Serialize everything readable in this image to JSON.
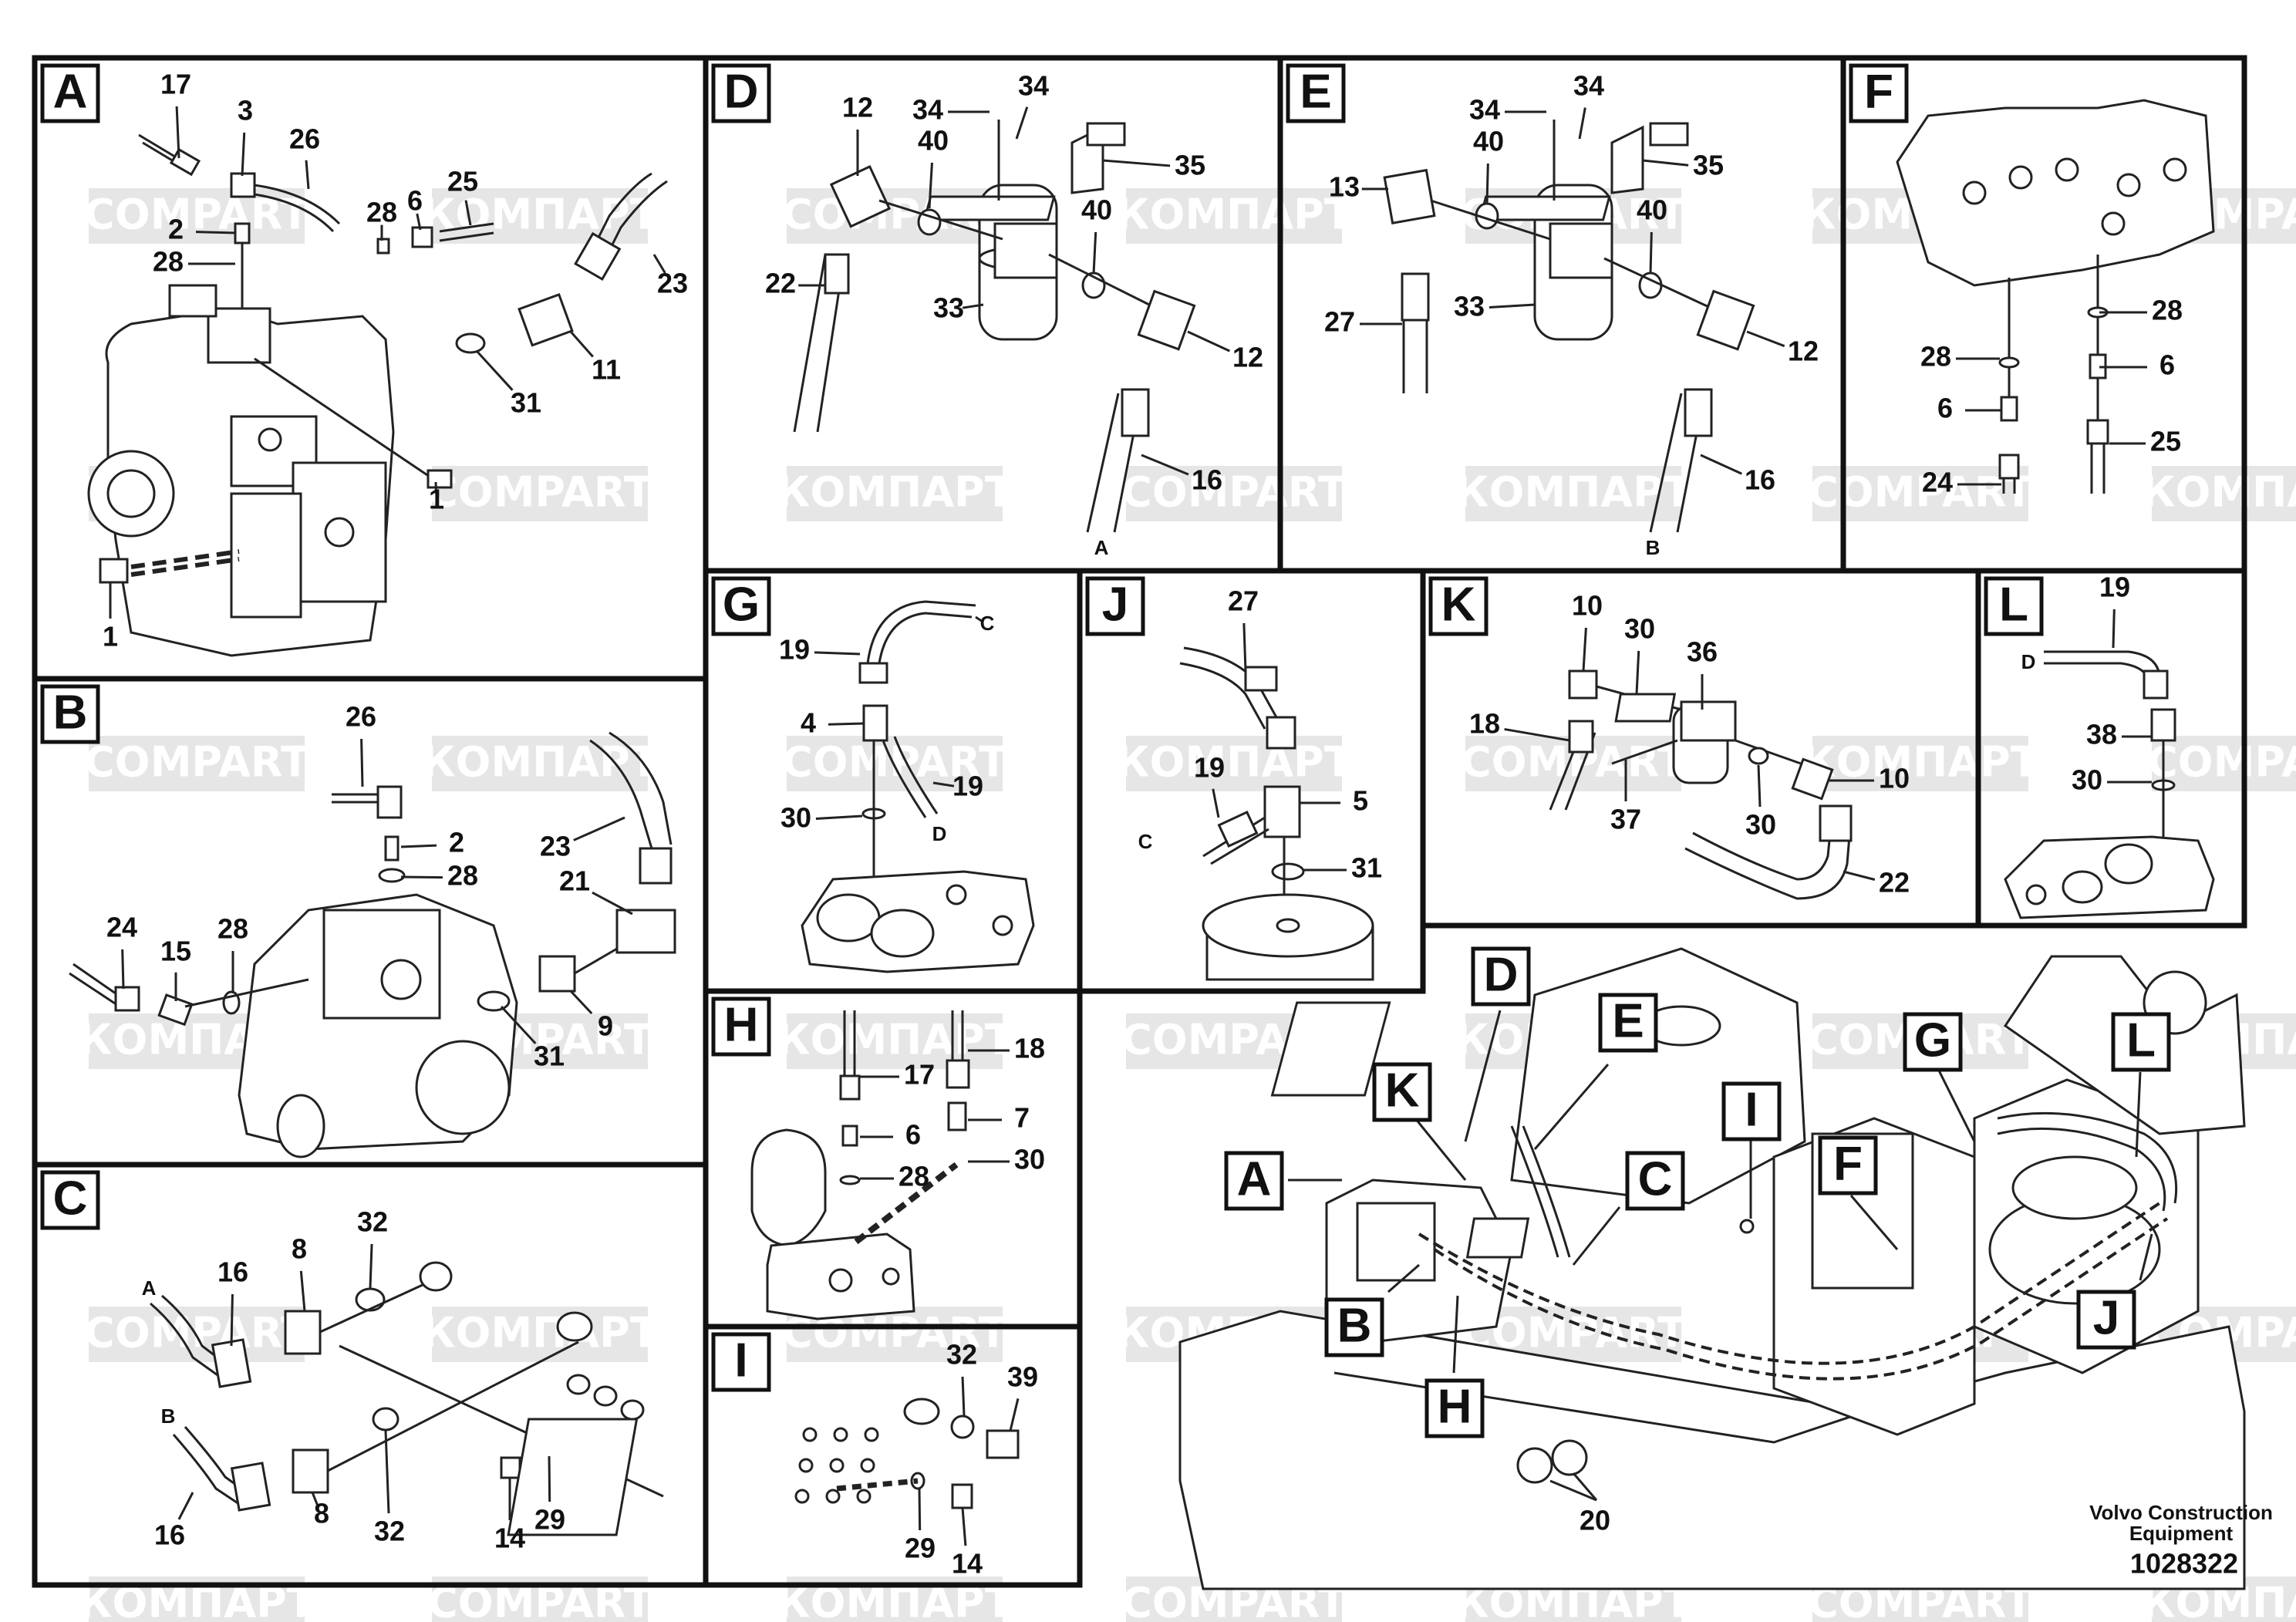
{
  "watermark": {
    "latin": "COMPART",
    "cyrillic": "КОМПАРТ"
  },
  "panels": {
    "A": {
      "tab": "A",
      "callouts": [
        "17",
        "3",
        "26",
        "2",
        "28",
        "28",
        "6",
        "25",
        "23",
        "11",
        "31",
        "1",
        "1"
      ]
    },
    "B": {
      "tab": "B",
      "callouts": [
        "26",
        "2",
        "28",
        "23",
        "21",
        "24",
        "15",
        "28",
        "9",
        "31"
      ]
    },
    "C": {
      "tab": "C",
      "callouts": [
        "A",
        "16",
        "8",
        "32",
        "B",
        "16",
        "8",
        "32",
        "14",
        "29"
      ]
    },
    "D": {
      "tab": "D",
      "callouts": [
        "12",
        "34",
        "34",
        "40",
        "35",
        "40",
        "22",
        "33",
        "12",
        "16",
        "A"
      ]
    },
    "E": {
      "tab": "E",
      "callouts": [
        "34",
        "34",
        "40",
        "35",
        "13",
        "40",
        "27",
        "33",
        "12",
        "16",
        "B"
      ]
    },
    "F": {
      "tab": "F",
      "callouts": [
        "28",
        "28",
        "6",
        "6",
        "25",
        "24"
      ]
    },
    "G": {
      "tab": "G",
      "callouts": [
        "19",
        "C",
        "4",
        "19",
        "30",
        "D"
      ]
    },
    "H": {
      "tab": "H",
      "callouts": [
        "18",
        "17",
        "6",
        "7",
        "28",
        "30"
      ]
    },
    "I": {
      "tab": "I",
      "callouts": [
        "32",
        "39",
        "29",
        "14"
      ]
    },
    "J": {
      "tab": "J",
      "callouts": [
        "27",
        "19",
        "5",
        "C",
        "31"
      ]
    },
    "K": {
      "tab": "K",
      "callouts": [
        "10",
        "30",
        "36",
        "18",
        "37",
        "30",
        "10",
        "22"
      ]
    },
    "L": {
      "tab": "L",
      "callouts": [
        "19",
        "D",
        "38",
        "30"
      ]
    },
    "overview": {
      "tabs": [
        "D",
        "E",
        "K",
        "A",
        "I",
        "C",
        "G",
        "L",
        "F",
        "B",
        "H",
        "J"
      ],
      "callouts": [
        "20"
      ]
    }
  },
  "footer": {
    "brand_line1": "Volvo Construction",
    "brand_line2": "Equipment",
    "doc_number": "1028322"
  }
}
